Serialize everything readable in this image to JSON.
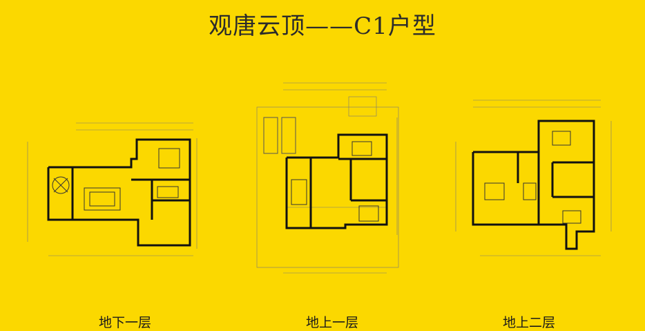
{
  "title": "观唐云顶——C1户型",
  "floors": [
    {
      "name": "地下一层"
    },
    {
      "name": "地上一层"
    },
    {
      "name": "地上二层"
    }
  ]
}
